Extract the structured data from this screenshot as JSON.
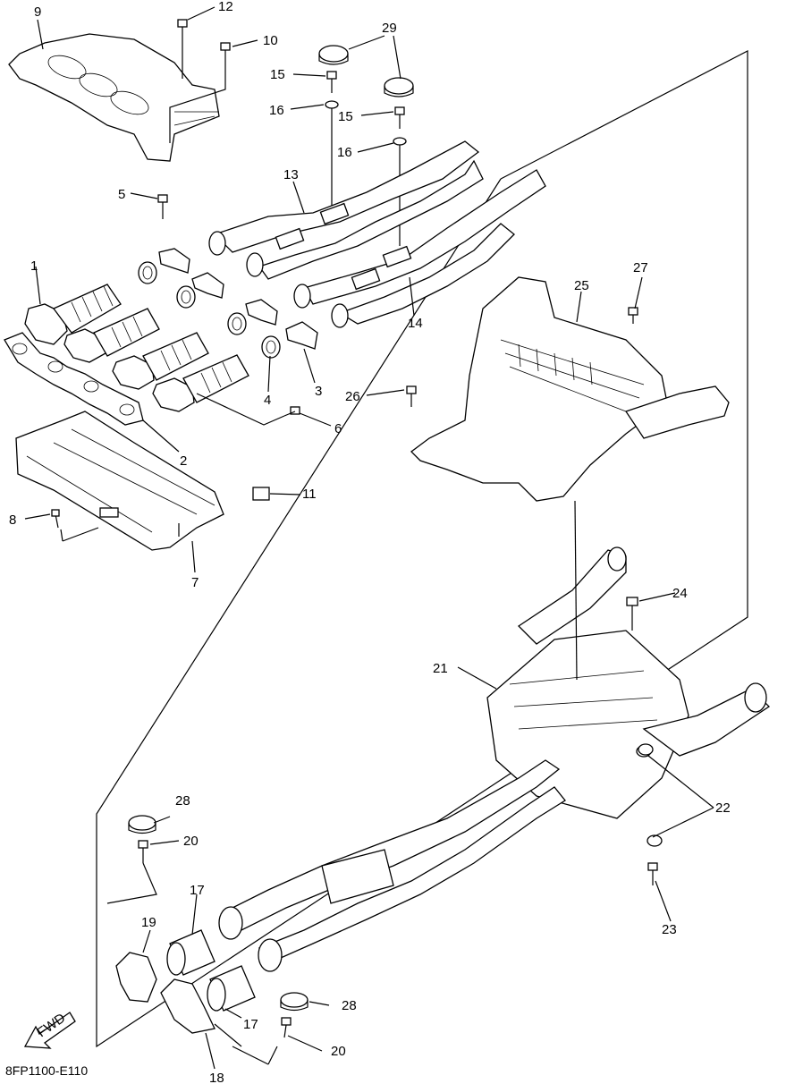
{
  "diagram": {
    "part_code": "8FP1100-E110",
    "fwd_label": "FWD",
    "callouts": [
      "1",
      "2",
      "3",
      "4",
      "5",
      "6",
      "7",
      "8",
      "9",
      "10",
      "11",
      "12",
      "13",
      "14",
      "15",
      "15",
      "16",
      "16",
      "17",
      "17",
      "18",
      "19",
      "20",
      "20",
      "21",
      "22",
      "23",
      "24",
      "25",
      "26",
      "27",
      "28",
      "28",
      "29"
    ]
  }
}
